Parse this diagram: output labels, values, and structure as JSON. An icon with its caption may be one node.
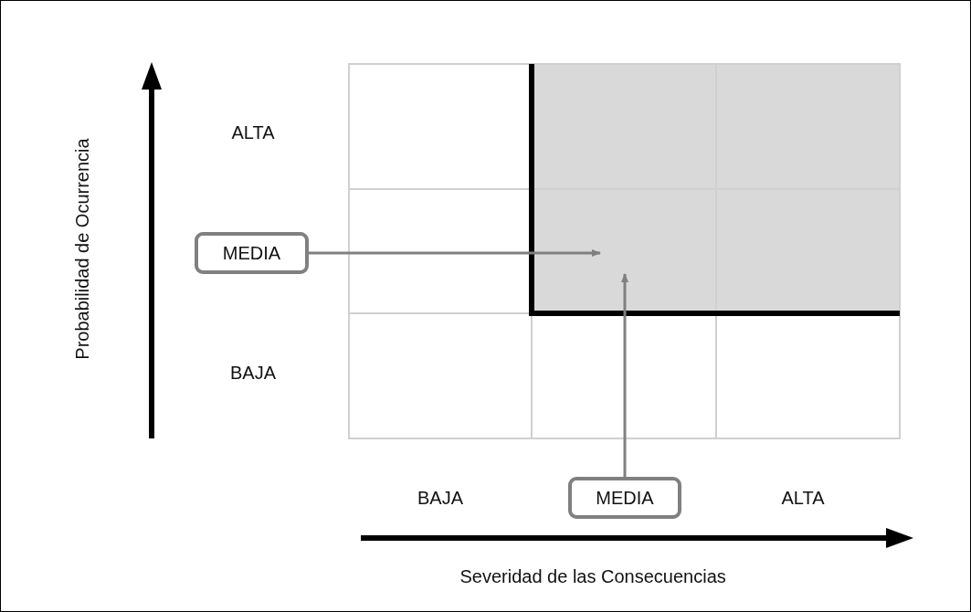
{
  "diagram": {
    "nodes": [
      {
        "text": [
          "MEDIA"
        ]
      },
      {
        "text": [
          "MEDIA"
        ]
      }
    ],
    "edges": [
      {
        "from": 0,
        "to": null,
        "arrow": "to"
      },
      {
        "from": 1,
        "to": null,
        "arrow": "to"
      }
    ],
    "labels": [
      "ALTA",
      "Probabilidad de Ocurrencia",
      "BAJA",
      "BAJA",
      "ALTA",
      "Severidad de las Consecuencias"
    ]
  }
}
